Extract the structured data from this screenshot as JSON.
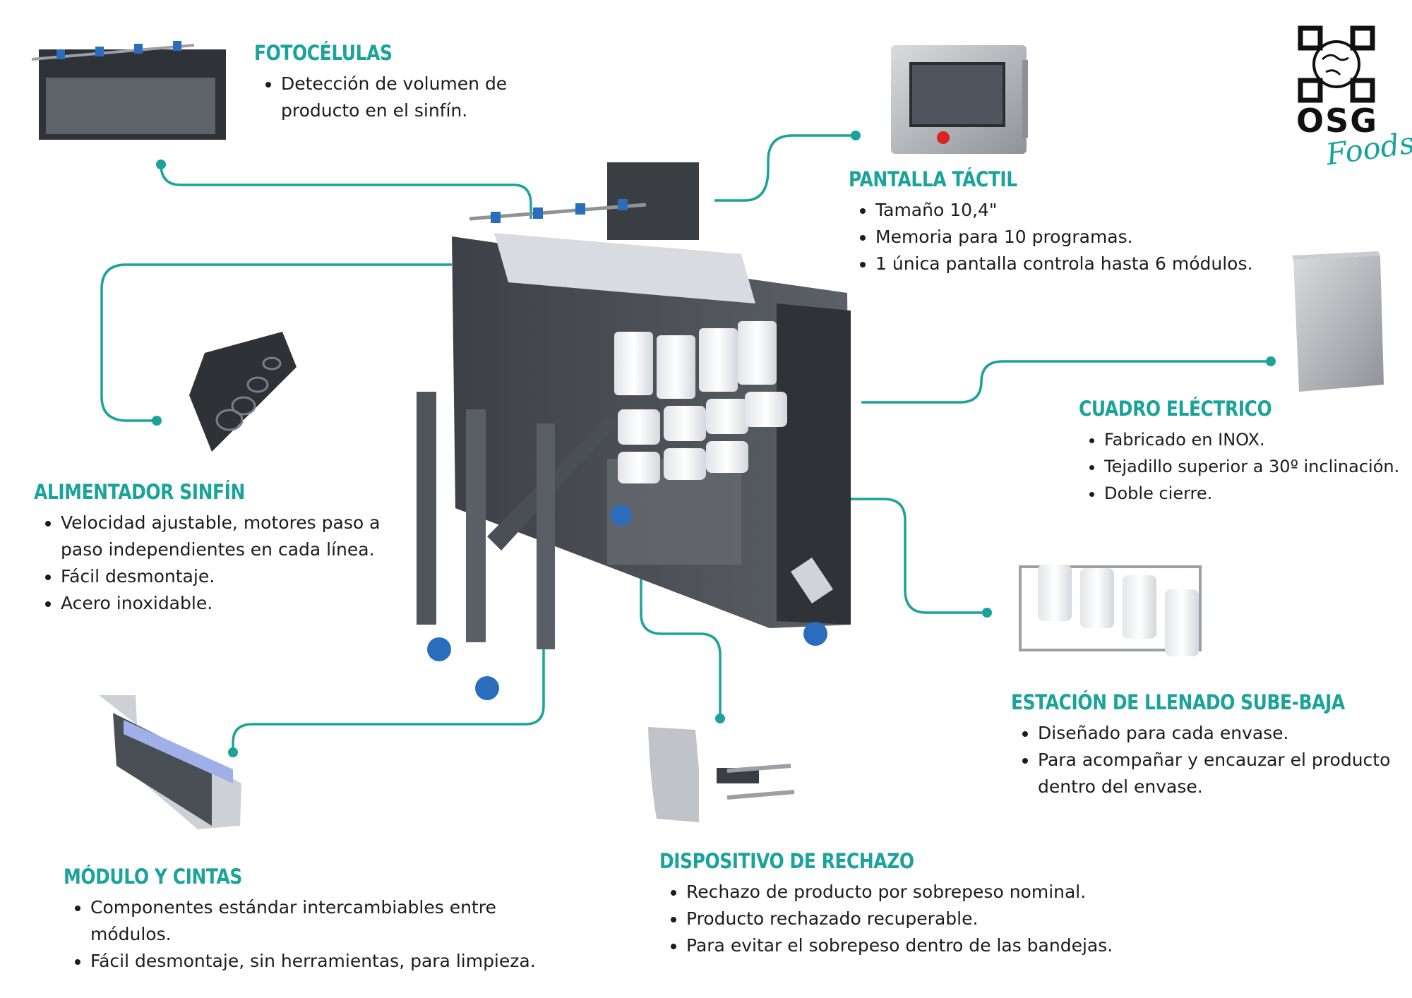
{
  "logo": {
    "brand": "OSG",
    "sub": "Foods"
  },
  "accent_color": "#1aa39a",
  "sections": {
    "fotocelulas": {
      "title": "FOTOCÉLULAS",
      "items": [
        "Detección de volumen de producto en el sinfín."
      ]
    },
    "pantalla": {
      "title": "PANTALLA TÁCTIL",
      "items": [
        "Tamaño 10,4\"",
        "Memoria para 10 programas.",
        "1 única pantalla controla hasta 6 módulos."
      ]
    },
    "cuadro": {
      "title": "CUADRO ELÉCTRICO",
      "items": [
        "Fabricado en INOX.",
        "Tejadillo superior a 30º inclinación.",
        "Doble cierre."
      ]
    },
    "alimentador": {
      "title": "ALIMENTADOR SINFÍN",
      "items": [
        "Velocidad ajustable, motores paso a paso independientes en cada línea.",
        "Fácil desmontaje.",
        "Acero inoxidable."
      ]
    },
    "estacion": {
      "title": "ESTACIÓN DE LLENADO SUBE-BAJA",
      "items": [
        "Diseñado para cada envase.",
        "Para acompañar y encauzar el producto dentro del envase."
      ]
    },
    "modulo": {
      "title": "MÓDULO Y CINTAS",
      "items": [
        "Componentes estándar intercambiables entre módulos.",
        "Fácil desmontaje, sin herramientas, para limpieza."
      ]
    },
    "rechazo": {
      "title": "DISPOSITIVO DE RECHAZO",
      "items": [
        "Rechazo de producto por sobrepeso nominal.",
        "Producto rechazado recuperable.",
        "Para evitar el sobrepeso dentro de las bandejas."
      ]
    }
  }
}
